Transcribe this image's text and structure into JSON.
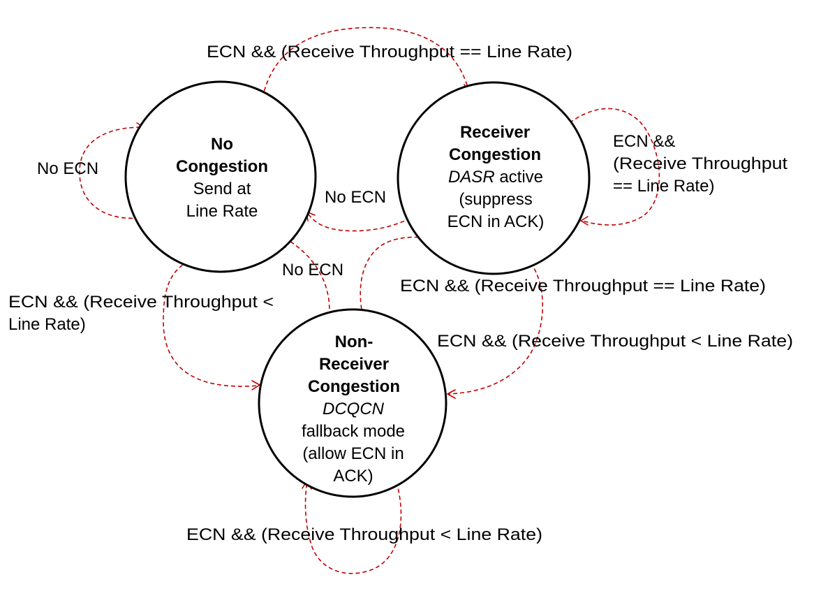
{
  "colors": {
    "arrow": "#c00000",
    "state_border": "#000000",
    "text": "#000000",
    "background": "#ffffff"
  },
  "states": {
    "no_congestion": {
      "title_1": "No",
      "title_2": "Congestion",
      "line_1": "Send at",
      "line_2": "Line Rate"
    },
    "receiver_congestion": {
      "title_1": "Receiver",
      "title_2": "Congestion",
      "line_1_italic": "DASR",
      "line_1_rest": " active",
      "line_2": "(suppress",
      "line_3": "ECN in ACK)"
    },
    "non_receiver_congestion": {
      "title_1": "Non-",
      "title_2": "Receiver",
      "title_3": "Congestion",
      "line_1_italic": "DCQCN",
      "line_2": "fallback mode",
      "line_3": "(allow ECN in",
      "line_4": "ACK)"
    }
  },
  "transitions": {
    "no_to_receiver": "ECN && (Receive Throughput == Line Rate)",
    "no_self": "No ECN",
    "receiver_to_no": "No ECN",
    "receiver_self_1": "ECN &&",
    "receiver_self_2": "(Receive Throughput",
    "receiver_self_3": "== Line Rate)",
    "non_receiver_to_no": "No ECN",
    "no_to_non_receiver_1": "ECN && (Receive Throughput <",
    "no_to_non_receiver_2": "Line Rate)",
    "non_receiver_to_receiver": "ECN && (Receive Throughput == Line Rate)",
    "receiver_to_non_receiver": "ECN && (Receive Throughput < Line Rate)",
    "non_receiver_self": "ECN && (Receive Throughput < Line Rate)"
  }
}
